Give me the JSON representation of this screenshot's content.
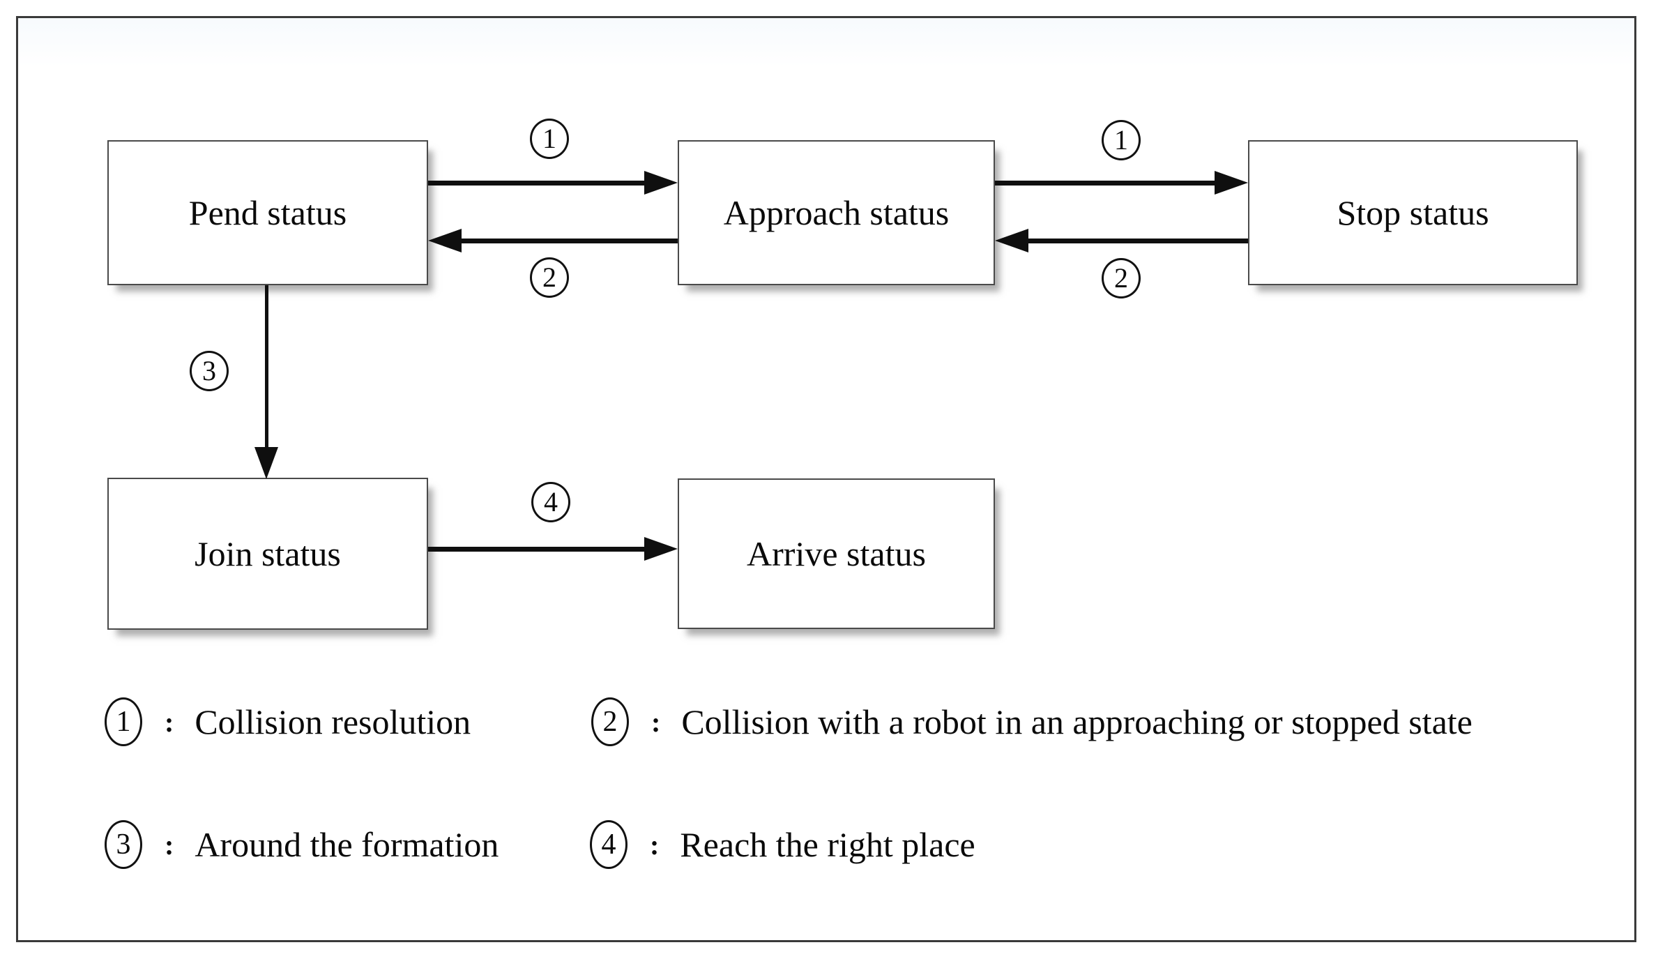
{
  "diagram": {
    "title_hint": "Robot formation state-transition diagram",
    "colors": {
      "ink": "#0f0f0f",
      "box_border": "#4a4a4a",
      "frame_border": "#3a3a3a",
      "background": "#ffffff"
    },
    "boxes": [
      {
        "id": "pend",
        "label": "Pend status"
      },
      {
        "id": "approach",
        "label": "Approach status"
      },
      {
        "id": "stop",
        "label": "Stop status"
      },
      {
        "id": "join",
        "label": "Join status"
      },
      {
        "id": "arrive",
        "label": "Arrive status"
      }
    ],
    "arrows": [
      {
        "from": "pend",
        "to": "approach",
        "label": "1"
      },
      {
        "from": "approach",
        "to": "pend",
        "label": "2"
      },
      {
        "from": "approach",
        "to": "stop",
        "label": "1"
      },
      {
        "from": "stop",
        "to": "approach",
        "label": "2"
      },
      {
        "from": "pend",
        "to": "join",
        "label": "3"
      },
      {
        "from": "join",
        "to": "arrive",
        "label": "4"
      }
    ],
    "legend_colon": ":",
    "legend": [
      {
        "number": "1",
        "text": "Collision resolution"
      },
      {
        "number": "2",
        "text": "Collision with a robot in an approaching or stopped state"
      },
      {
        "number": "3",
        "text": "Around the formation"
      },
      {
        "number": "4",
        "text": "Reach the right place"
      }
    ]
  }
}
